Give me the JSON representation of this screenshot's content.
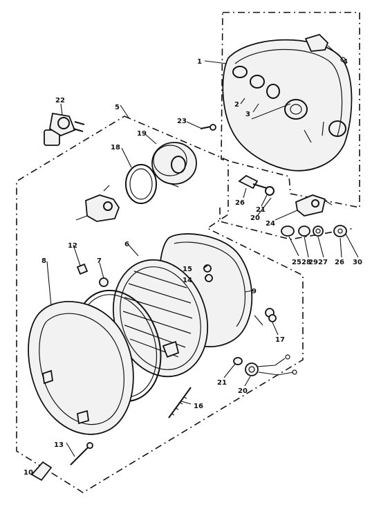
{
  "callouts": [
    {
      "id": "c1",
      "text": "1"
    },
    {
      "id": "c2",
      "text": "2"
    },
    {
      "id": "c3",
      "text": "3"
    },
    {
      "id": "c4",
      "text": "4"
    },
    {
      "id": "c5",
      "text": "5"
    },
    {
      "id": "c6",
      "text": "6"
    },
    {
      "id": "c7",
      "text": "7"
    },
    {
      "id": "c8",
      "text": "8"
    },
    {
      "id": "c9",
      "text": "9"
    },
    {
      "id": "c10",
      "text": "10"
    },
    {
      "id": "c12",
      "text": "12"
    },
    {
      "id": "c13",
      "text": "13"
    },
    {
      "id": "c14",
      "text": "14"
    },
    {
      "id": "c15",
      "text": "15"
    },
    {
      "id": "c16",
      "text": "16"
    },
    {
      "id": "c17",
      "text": "17"
    },
    {
      "id": "c18",
      "text": "18"
    },
    {
      "id": "c19",
      "text": "19"
    },
    {
      "id": "c20a",
      "text": "20"
    },
    {
      "id": "c20b",
      "text": "20"
    },
    {
      "id": "c21a",
      "text": "21"
    },
    {
      "id": "c21b",
      "text": "21"
    },
    {
      "id": "c22",
      "text": "22"
    },
    {
      "id": "c23",
      "text": "23"
    },
    {
      "id": "c24",
      "text": "24"
    },
    {
      "id": "c25",
      "text": "25"
    },
    {
      "id": "c26a",
      "text": "26"
    },
    {
      "id": "c26b",
      "text": "26"
    },
    {
      "id": "c27",
      "text": "27"
    },
    {
      "id": "c28",
      "text": "28"
    },
    {
      "id": "c29",
      "text": "29"
    },
    {
      "id": "c30",
      "text": "30"
    }
  ]
}
